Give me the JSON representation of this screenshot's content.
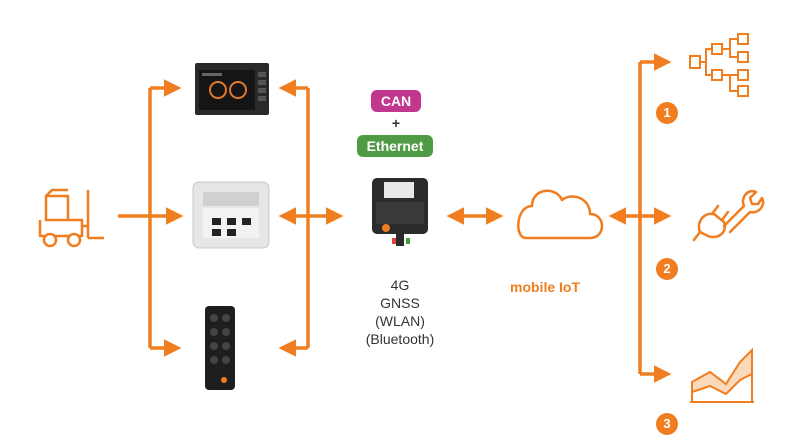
{
  "colors": {
    "accent": "#f07d1f",
    "can": "#c2378e",
    "ethernet": "#4e9a45",
    "text": "#333333"
  },
  "protocols": {
    "can_label": "CAN",
    "plus": "+",
    "ethernet_label": "Ethernet"
  },
  "gateway": {
    "features": [
      "4G",
      "GNSS",
      "(WLAN)",
      "(Bluetooth)"
    ]
  },
  "cloud": {
    "label": "mobile IoT"
  },
  "targets": [
    {
      "number": "1",
      "icon": "hierarchy-icon"
    },
    {
      "number": "2",
      "icon": "plug-wrench-icon"
    },
    {
      "number": "3",
      "icon": "area-chart-icon"
    }
  ],
  "source": {
    "icon": "forklift-icon"
  },
  "devices": [
    {
      "icon": "display-controller-icon"
    },
    {
      "icon": "io-module-icon"
    },
    {
      "icon": "m12-io-block-icon"
    }
  ]
}
